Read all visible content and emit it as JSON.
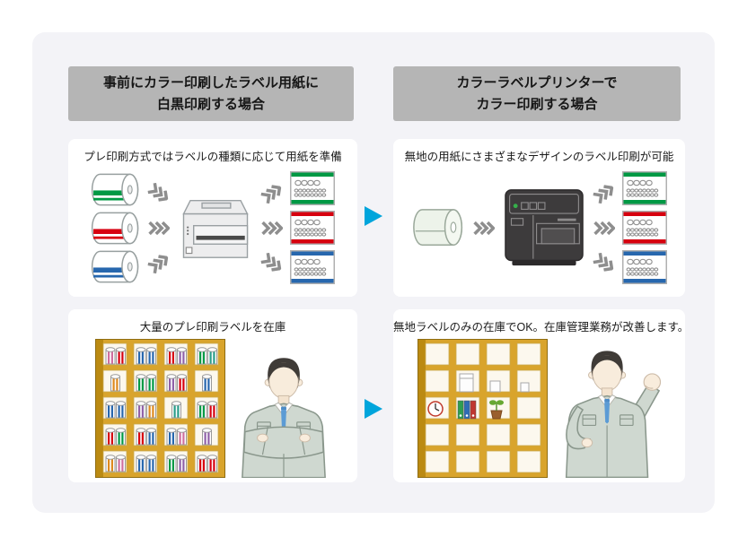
{
  "colors": {
    "card_bg": "#f3f3f7",
    "header_bg": "#b5b5b5",
    "text": "#1c1c1c",
    "accent_arrow": "#00a5dc",
    "chevron": "#8e8e8e",
    "label_green": "#009944",
    "label_red": "#d7000f",
    "label_blue": "#2767ae",
    "shelf_wood": "#d9a42c",
    "uniform": "#cfd8d0",
    "tie_blue": "#5b9bd5"
  },
  "left_column": {
    "header_line1": "事前にカラー印刷したラベル用紙に",
    "header_line2": "白黒印刷する場合",
    "top_panel": {
      "caption": "プレ印刷方式ではラベルの種類に応じて用紙を準備"
    },
    "bottom_panel": {
      "caption": "大量のプレ印刷ラベルを在庫"
    }
  },
  "right_column": {
    "header_line1": "カラーラベルプリンターで",
    "header_line2": "カラー印刷する場合",
    "top_panel": {
      "caption": "無地の用紙にさまざまなデザインのラベル印刷が可能"
    },
    "bottom_panel": {
      "caption": "無地ラベルのみの在庫でOK。在庫管理業務が改善します。"
    }
  }
}
